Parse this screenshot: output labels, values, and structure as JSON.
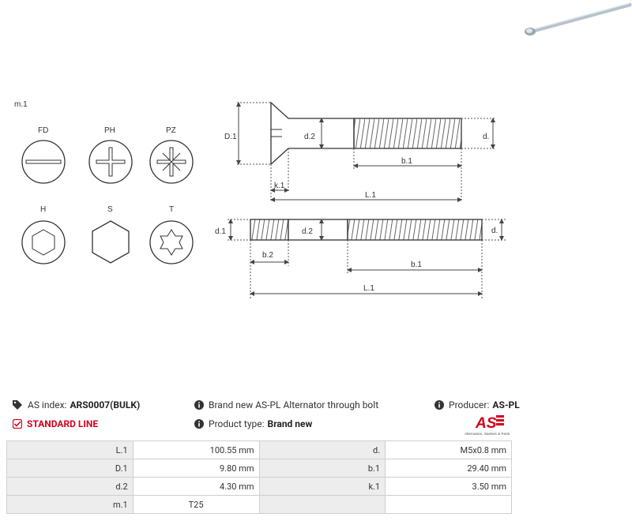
{
  "drawing": {
    "m1": "m.1",
    "heads": [
      "FD",
      "PH",
      "PZ",
      "H",
      "S",
      "T"
    ],
    "dims_top": {
      "D1": "D.1",
      "d2": "d.2",
      "d": "d.",
      "b1": "b.1",
      "k1": "k.1",
      "L1": "L.1"
    },
    "dims_bottom": {
      "d1": "d.1",
      "d2": "d.2",
      "d": "d.",
      "b2": "b.2",
      "b1": "b.1",
      "L1": "L.1"
    }
  },
  "info": {
    "as_index_label": "AS index:",
    "as_index_value": "ARS0007(BULK)",
    "standard_line": "STANDARD LINE",
    "description": "Brand new AS-PL Alternator through bolt",
    "product_type_label": "Product type:",
    "product_type_value": "Brand new",
    "producer_label": "Producer:",
    "producer_value": "AS-PL"
  },
  "logo": {
    "text": "AS",
    "tagline": "Alternators, Starters & Parts"
  },
  "colors": {
    "accent": "#d3001b"
  },
  "specs": [
    {
      "k1": "L.1",
      "v1": "100.55 mm",
      "k2": "d.",
      "v2": "M5x0.8 mm"
    },
    {
      "k1": "D.1",
      "v1": "9.80 mm",
      "k2": "b.1",
      "v2": "29.40 mm"
    },
    {
      "k1": "d.2",
      "v1": "4.30 mm",
      "k2": "k.1",
      "v2": "3.50 mm"
    },
    {
      "k1": "m.1",
      "v1": "T25",
      "k2": "",
      "v2": ""
    }
  ]
}
